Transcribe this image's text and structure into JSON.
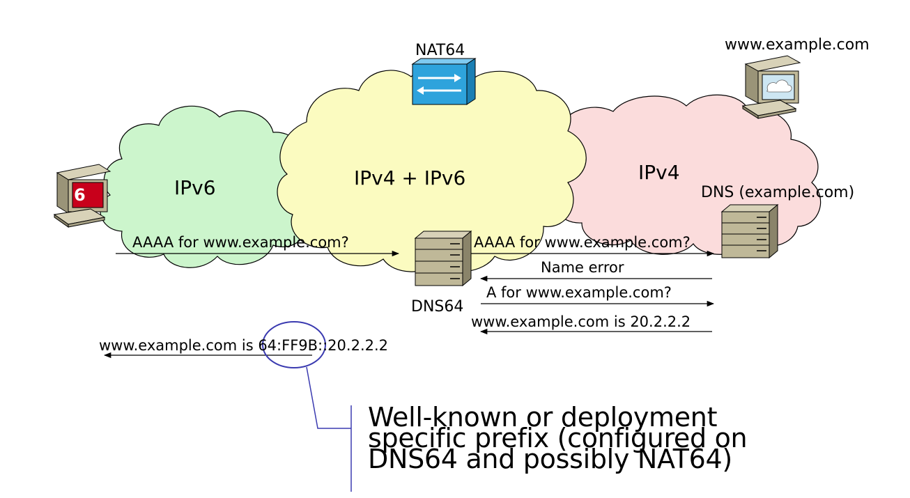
{
  "nodes": {
    "nat64": "NAT64",
    "web_server": "www.example.com",
    "dns_server": "DNS (example.com)",
    "dns64": "DNS64",
    "client_badge": "6"
  },
  "clouds": {
    "ipv6": "IPv6",
    "dual": "IPv4 + IPv6",
    "ipv4": "IPv4"
  },
  "messages": {
    "client_query": "AAAA for www.example.com?",
    "dns64_query": "AAAA for www.example.com?",
    "name_error": "Name error",
    "a_query": "A for www.example.com?",
    "a_answer": "www.example.com is 20.2.2.2",
    "client_answer": "www.example.com is 64:FF9B::20.2.2.2"
  },
  "callout": {
    "line1": "Well-known or deployment",
    "line2": "specific prefix (configured on",
    "line3": "DNS64 and possibly NAT64)"
  },
  "colors": {
    "ipv6_cloud": "#ccf5cc",
    "dual_cloud": "#fbfbc0",
    "ipv4_cloud": "#fbdcdc",
    "cloud_outline": "#000000",
    "switch_fill": "#2ea3dc",
    "callout_line": "#3a3ab0",
    "badge_red": "#c8001b"
  }
}
